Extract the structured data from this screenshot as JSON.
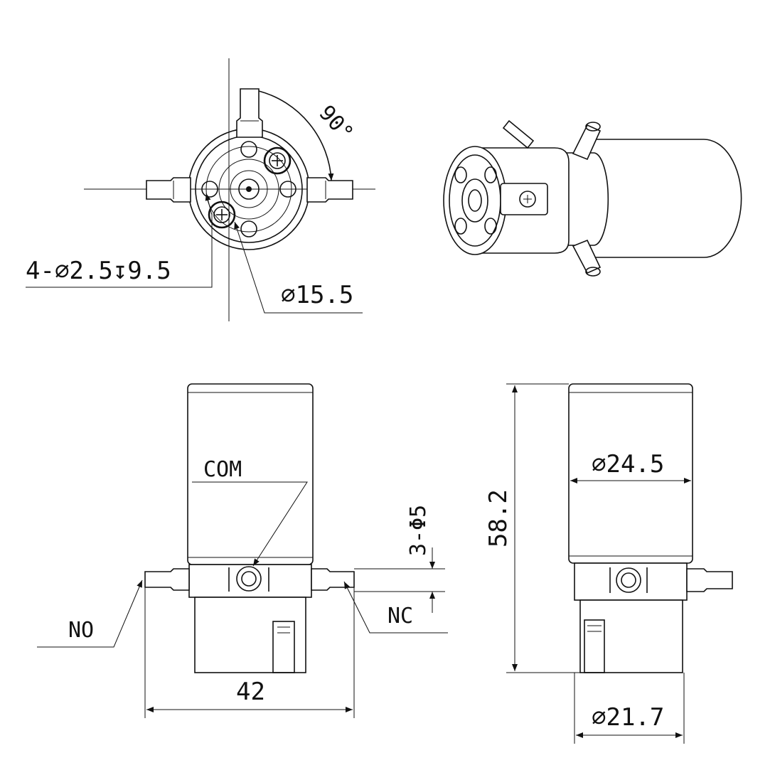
{
  "labels": {
    "angle": "90°",
    "mount_holes": "4-∅2.5↧9.5",
    "port_dia": "∅15.5",
    "com": "COM",
    "no": "NO",
    "nc": "NC",
    "ports": "3-Φ5",
    "width": "42",
    "height": "58.2",
    "body_dia": "∅24.5",
    "base_dia": "∅21.7"
  }
}
